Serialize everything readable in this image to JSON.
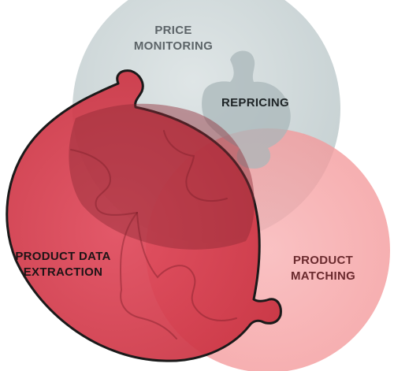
{
  "diagram": {
    "labels": {
      "price_monitoring_line1": "PRICE",
      "price_monitoring_line2": "MONITORING",
      "repricing": "REPRICING",
      "product_matching_line1": "PRODUCT",
      "product_matching_line2": "MATCHING",
      "product_data_extraction_line1": "PRODUCT DATA",
      "product_data_extraction_line2": "EXTRACTION"
    },
    "colors": {
      "price_monitoring_circle": "#c4d0d2",
      "product_matching_circle": "#f6a0a2",
      "product_data_extraction_circle": "#d23c4e",
      "label_grey": "#5c6468",
      "label_dark": "#1e1416",
      "outline": "#1a1a1a"
    }
  }
}
